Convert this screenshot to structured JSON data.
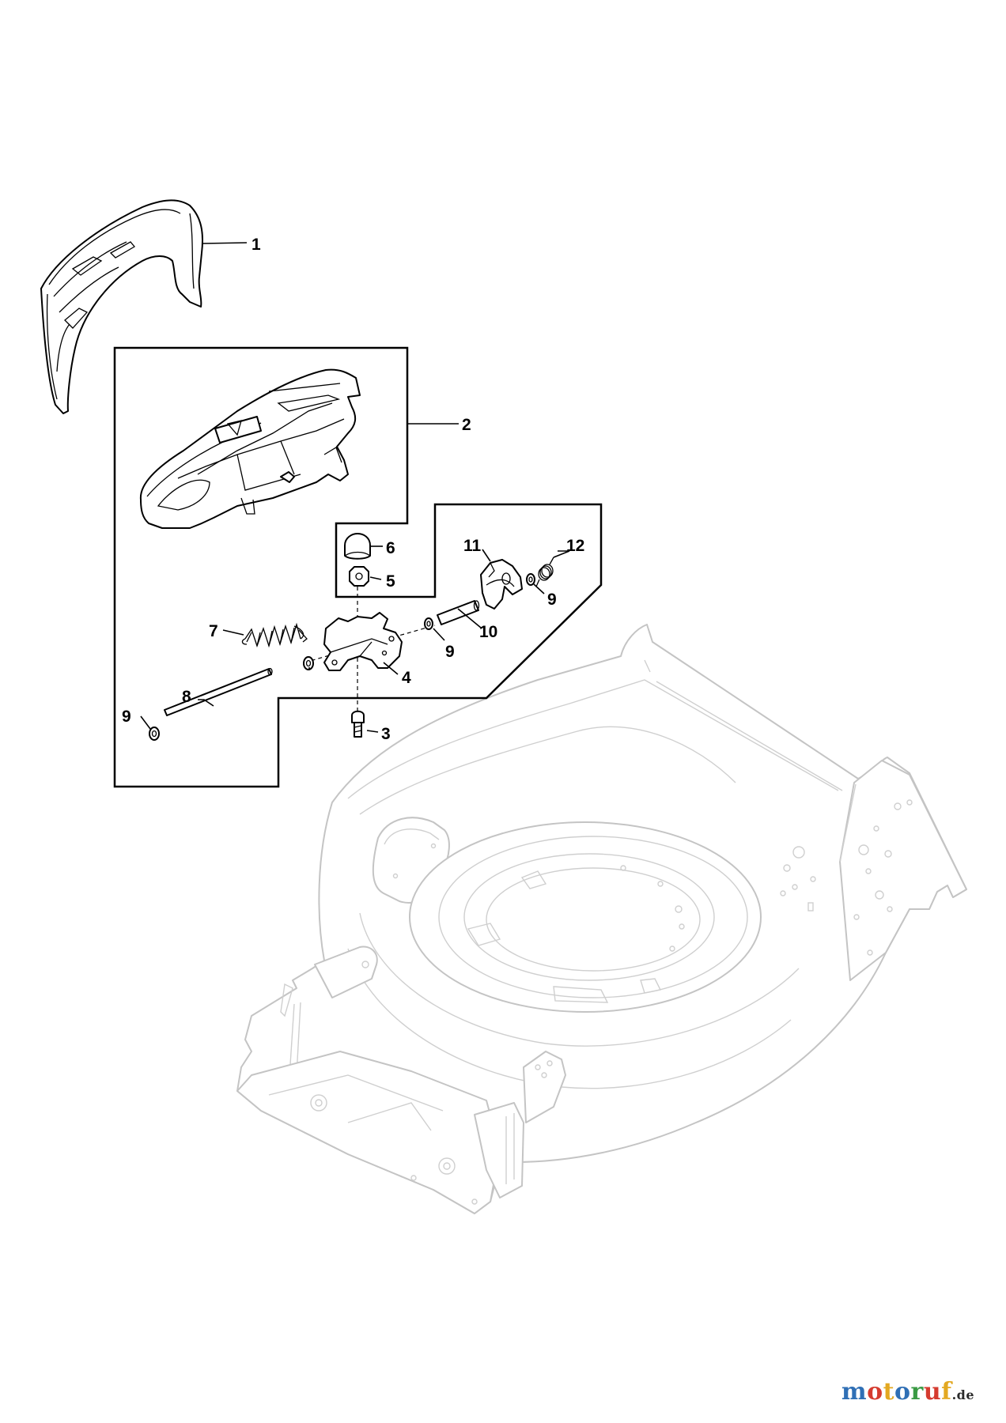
{
  "callouts": {
    "c1": "1",
    "c2": "2",
    "c3": "3",
    "c4": "4",
    "c5": "5",
    "c6": "6",
    "c7": "7",
    "c8": "8",
    "c9a": "9",
    "c9b": "9",
    "c9c": "9",
    "c10": "10",
    "c11": "11",
    "c12": "12"
  },
  "watermark": {
    "letters": [
      "m",
      "o",
      "t",
      "o",
      "r",
      "u",
      "f"
    ],
    "letter_colors": [
      "#2f6fb5",
      "#d53b2f",
      "#e3a821",
      "#2f6fb5",
      "#3a9a44",
      "#d53b2f",
      "#e3a821"
    ],
    "domain": ".de"
  },
  "colors": {
    "line": "#000000",
    "ghost_deck": "#c4c4c4"
  }
}
